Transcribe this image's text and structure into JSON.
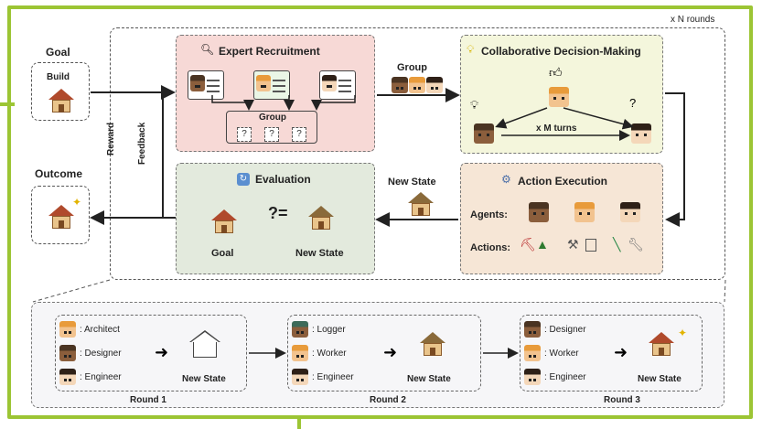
{
  "rounds_label": "x N rounds",
  "goal": {
    "title": "Goal",
    "caption": "Build"
  },
  "outcome": {
    "title": "Outcome"
  },
  "feedback": {
    "line1": "Reward",
    "line2": "Feedback"
  },
  "expert": {
    "title": "Expert Recruitment",
    "group": "Group",
    "slots": [
      "?",
      "?",
      "?"
    ]
  },
  "group_label": "Group",
  "collab": {
    "title": "Collaborative Decision-Making",
    "turns": "x M turns"
  },
  "evaluation": {
    "title": "Evaluation",
    "goal": "Goal",
    "new_state": "New State",
    "compare": "?="
  },
  "new_state_label": "New State",
  "action": {
    "title": "Action Execution",
    "agents": "Agents:",
    "actions": "Actions:"
  },
  "rounds": [
    {
      "label": "Round 1",
      "roles": [
        ": Architect",
        ": Designer",
        ": Engineer"
      ],
      "state": "New State"
    },
    {
      "label": "Round 2",
      "roles": [
        ": Logger",
        ": Worker",
        ": Engineer"
      ],
      "state": "New State"
    },
    {
      "label": "Round 3",
      "roles": [
        ": Designer",
        ": Worker",
        ": Engineer"
      ],
      "state": "New State"
    }
  ],
  "colors": {
    "frame": "#9cc534",
    "expert_bg": "#f7d9d6",
    "collab_bg": "#f4f6dc",
    "eval_bg": "#e3eadd",
    "action_bg": "#f6e6d6"
  }
}
